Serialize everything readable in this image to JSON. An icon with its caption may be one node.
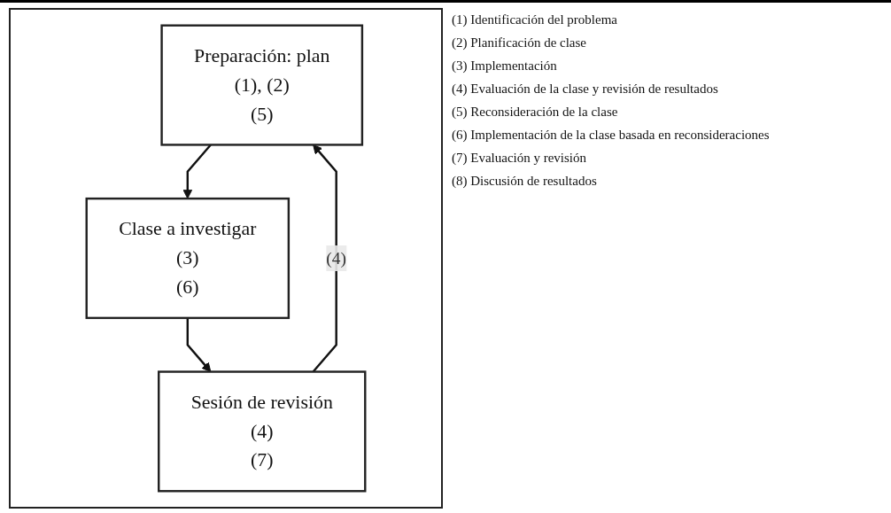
{
  "diagram": {
    "nodes": [
      {
        "text": [
          "Preparación: plan",
          "(1), (2)",
          "(5)"
        ]
      },
      {
        "text": [
          "Clase a investigar",
          "(3)",
          "(6)"
        ]
      },
      {
        "text": [
          "Sesión de revisión",
          "(4)",
          "(7)"
        ]
      }
    ],
    "edges": [
      {
        "from": 0,
        "to": 1,
        "arrow": "to"
      },
      {
        "from": 1,
        "to": 2,
        "arrow": "to"
      },
      {
        "from": 2,
        "to": 0,
        "arrow": "to",
        "label": "(4)"
      }
    ],
    "labels": [
      "(1) Identificación del problema",
      "(2) Planificación de clase",
      "(3) Implementación",
      "(4) Evaluación de la clase y revisión de resultados",
      "(5) Reconsideración de la clase",
      "(6) Implementación de la clase basada en reconsideraciones",
      "(7) Evaluación y revisión",
      "(8) Discusión de resultados"
    ]
  }
}
